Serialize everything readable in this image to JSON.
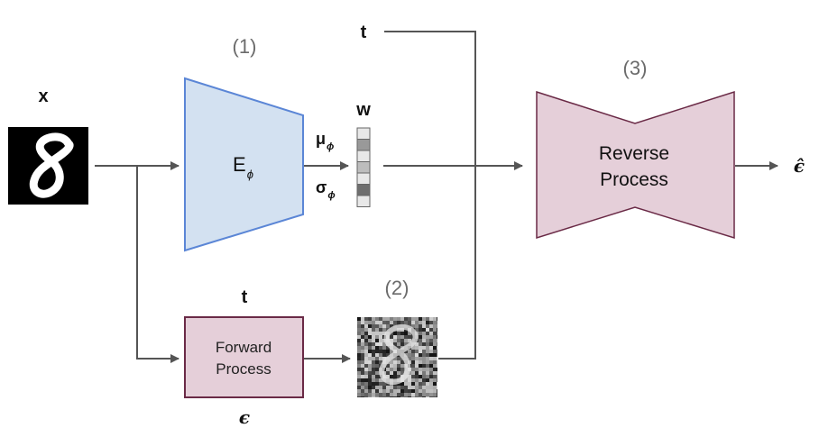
{
  "labels": {
    "input": "x",
    "step1": "(1)",
    "step2": "(2)",
    "step3": "(3)",
    "encoder_main": "E",
    "encoder_sub": "ϕ",
    "mu_main": "μ",
    "mu_sub": "ϕ",
    "sigma_main": "σ",
    "sigma_sub": "ϕ",
    "latent": "w",
    "t_top": "t",
    "t_bottom": "t",
    "noise": "ϵ",
    "forward_line1": "Forward",
    "forward_line2": "Process",
    "reverse_line1": "Reverse",
    "reverse_line2": "Process",
    "output": "ϵ̂"
  },
  "colors": {
    "encoder_fill": "#d3e1f1",
    "encoder_stroke": "#5b86d6",
    "process_fill": "#e5cfd9",
    "process_stroke": "#6a2a46",
    "arrow": "#555555"
  },
  "latent_cells": [
    "#e8e8e8",
    "#999999",
    "#e8e8e8",
    "#bdbdbd",
    "#e8e8e8",
    "#6e6e6e",
    "#e8e8e8"
  ]
}
